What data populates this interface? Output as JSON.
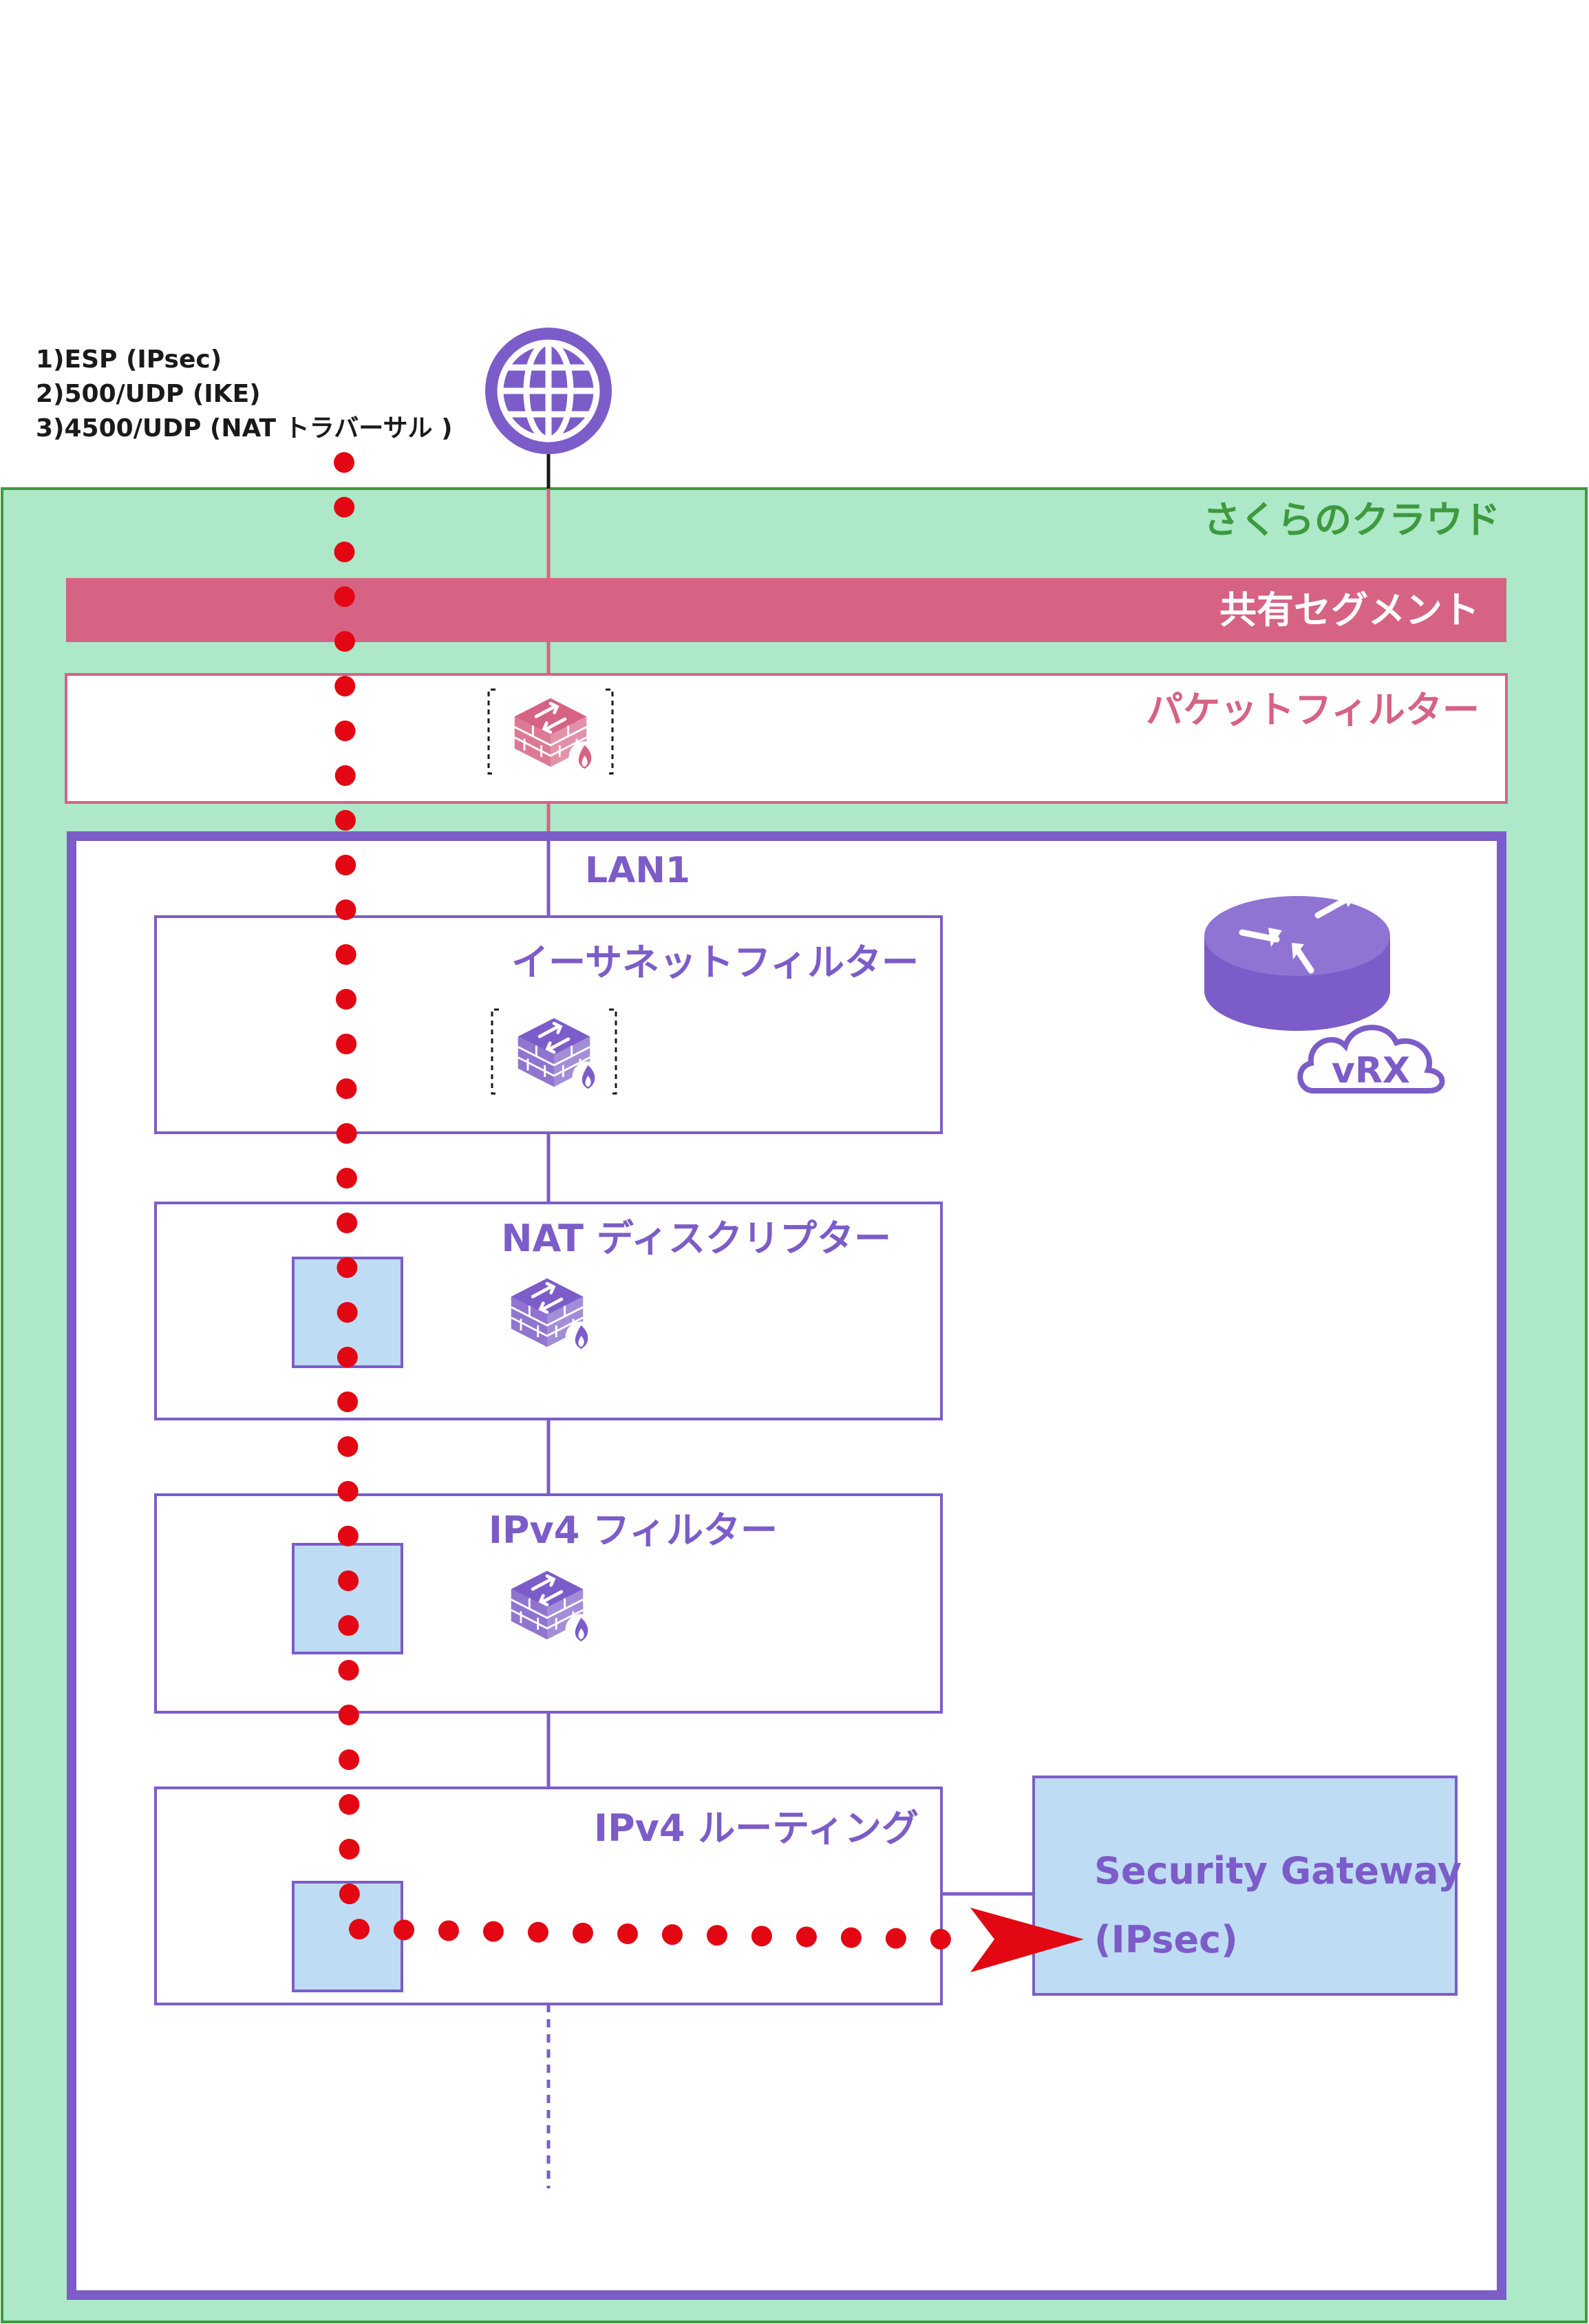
{
  "protocol_list": [
    "1)ESP (IPsec)",
    "2)500/UDP (IKE)",
    "3)4500/UDP (NAT トラバーサル )"
  ],
  "cloud": {
    "title": "さくらのクラウド"
  },
  "shared_segment": {
    "label": "共有セグメント"
  },
  "packet_filter": {
    "label": "パケットフィルター"
  },
  "lan": {
    "label": "LAN1"
  },
  "router": {
    "badge": "vRX"
  },
  "stages": {
    "ethernet_filter": "イーサネットフィルター",
    "nat_descriptor": "NAT ディスクリプター",
    "ipv4_filter": "IPv4 フィルター",
    "ipv4_routing": "IPv4 ルーティング"
  },
  "gateway": {
    "line1": "Security Gateway",
    "line2": "(IPsec)"
  },
  "icons": {
    "internet": "globe-icon",
    "firewall": "firewall-icon",
    "router": "router-icon",
    "cloud": "cloud-icon"
  },
  "colors": {
    "cloud_fill": "#ade8c8",
    "cloud_border": "#3d9a3d",
    "cloud_title": "#3d9a3d",
    "segment": "#d66384",
    "purple": "#7c5cc8",
    "light_blue": "#bfdcf5",
    "flow_red": "#e30613"
  }
}
